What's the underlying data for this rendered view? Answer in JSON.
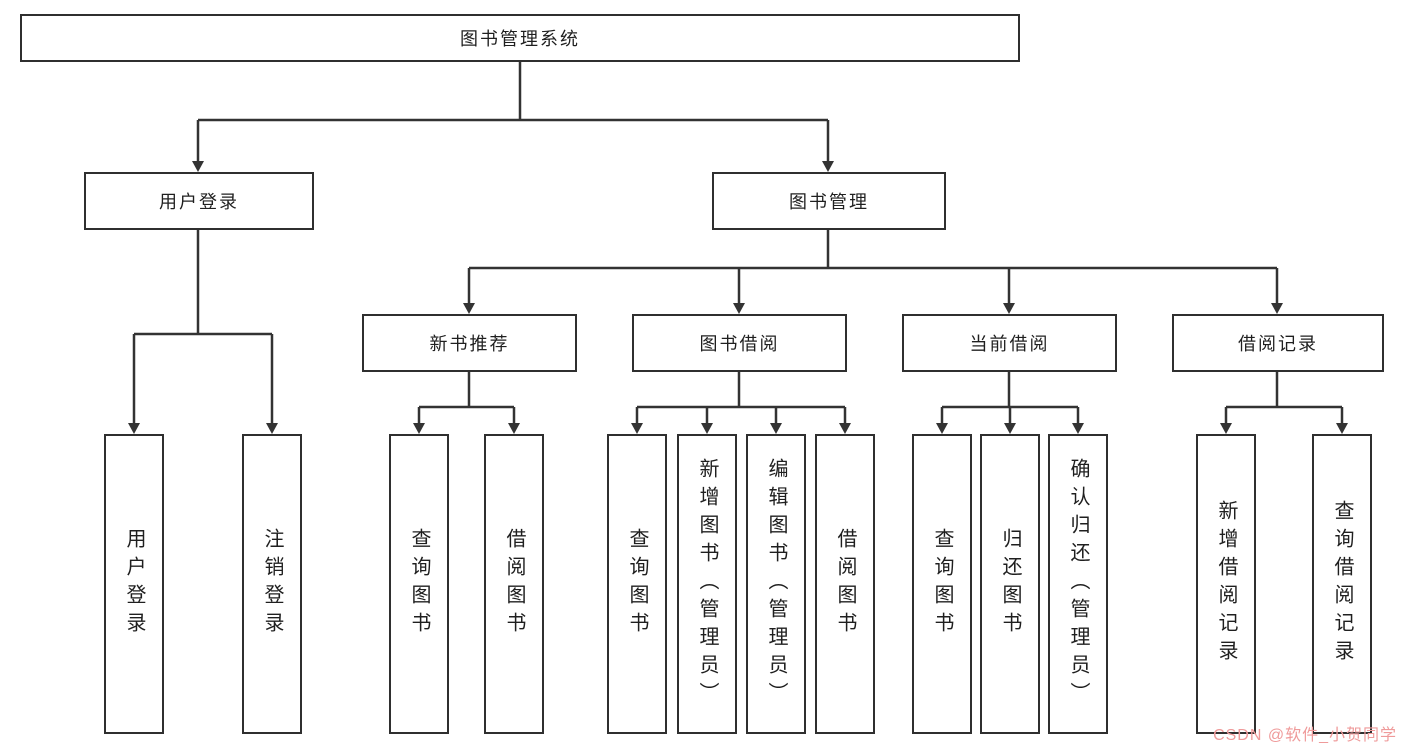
{
  "page": {
    "background": "#ffffff",
    "line_color": "#333333",
    "border_color": "#2f2f2f"
  },
  "tree": {
    "root": {
      "label": "图书管理系统"
    },
    "user_login": {
      "label": "用户登录",
      "children": [
        {
          "label": "用户登录"
        },
        {
          "label": "注销登录"
        }
      ]
    },
    "book_mgmt": {
      "label": "图书管理"
    },
    "branches": [
      {
        "label": "新书推荐",
        "children": [
          {
            "label": "查询图书"
          },
          {
            "label": "借阅图书"
          }
        ]
      },
      {
        "label": "图书借阅",
        "children": [
          {
            "label": "查询图书"
          },
          {
            "label": "新增图书（管理员）"
          },
          {
            "label": "编辑图书（管理员）"
          },
          {
            "label": "借阅图书"
          }
        ]
      },
      {
        "label": "当前借阅",
        "children": [
          {
            "label": "查询图书"
          },
          {
            "label": "归还图书"
          },
          {
            "label": "确认归还（管理员）"
          }
        ]
      },
      {
        "label": "借阅记录",
        "children": [
          {
            "label": "新增借阅记录"
          },
          {
            "label": "查询借阅记录"
          }
        ]
      }
    ]
  },
  "watermark": {
    "text": "CSDN @软件_小贺同学",
    "color": "#ef9a9a"
  }
}
